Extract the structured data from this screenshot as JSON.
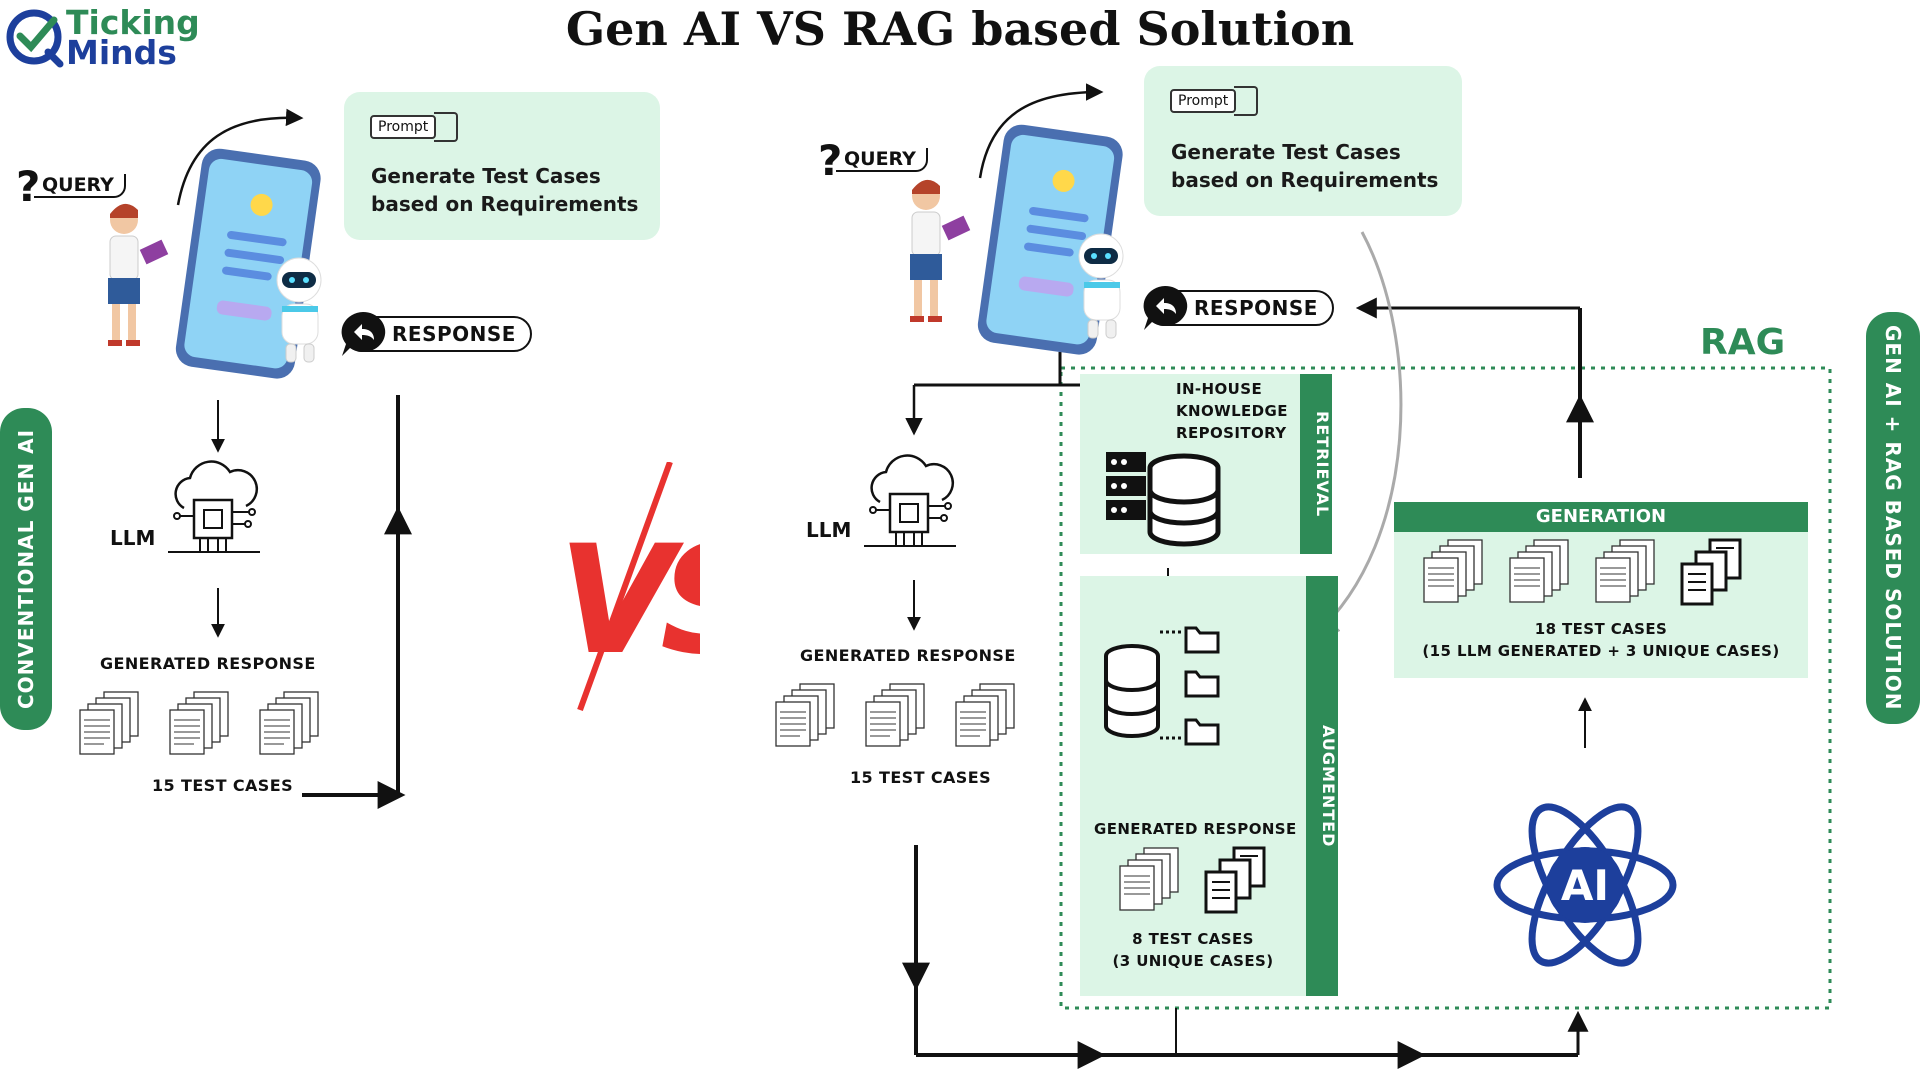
{
  "logo": {
    "line1": "Ticking",
    "line2": "Minds"
  },
  "title": "Gen AI VS RAG based Solution",
  "vs": "VS",
  "left": {
    "side_label": "CONVENTIONAL GEN AI",
    "query": "QUERY",
    "prompt_tag": "Prompt",
    "prompt_text_1": "Generate Test Cases",
    "prompt_text_2": "based on Requirements",
    "response": "RESPONSE",
    "llm": "LLM",
    "generated_response": "GENERATED RESPONSE",
    "test_cases": "15 TEST CASES"
  },
  "right": {
    "side_label": "GEN AI + RAG BASED SOLUTION",
    "query": "QUERY",
    "prompt_tag": "Prompt",
    "prompt_text_1": "Generate Test Cases",
    "prompt_text_2": "based on Requirements",
    "response": "RESPONSE",
    "llm": "LLM",
    "generated_response": "GENERATED RESPONSE",
    "test_cases": "15 TEST CASES",
    "rag_label": "RAG",
    "repo_line1": "IN-HOUSE",
    "repo_line2": "KNOWLEDGE",
    "repo_line3": "REPOSITORY",
    "retrieval": "RETRIEVAL",
    "augmented": "AUGMENTED",
    "aug_generated": "GENERATED RESPONSE",
    "aug_cases_1": "8 TEST CASES",
    "aug_cases_2": "(3 UNIQUE CASES)",
    "generation": "GENERATION",
    "gen_cases_1": "18 TEST CASES",
    "gen_cases_2": "(15 LLM GENERATED + 3 UNIQUE CASES)",
    "ai_badge": "AI"
  },
  "colors": {
    "accent_green": "#2e8b57",
    "panel_green": "#dcf5e6",
    "vs_red": "#e8322f",
    "ai_blue": "#1d3f9c",
    "logo_blue": "#1d3f9c",
    "logo_green": "#2e8b57"
  }
}
